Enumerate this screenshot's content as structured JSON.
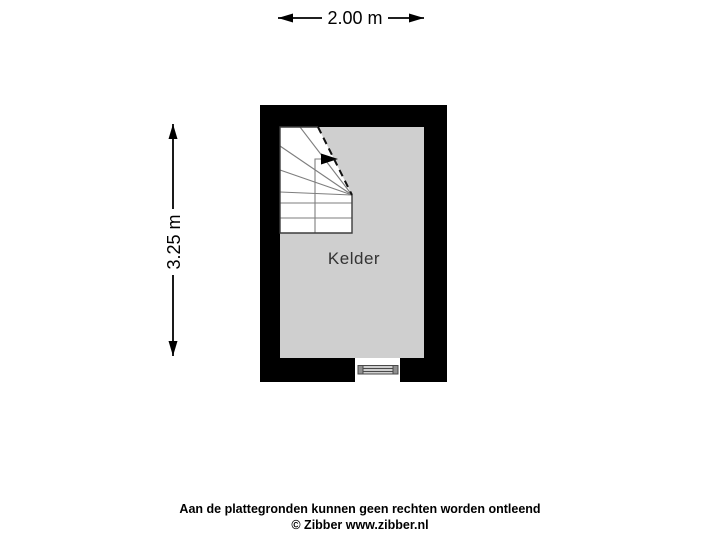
{
  "dimensions": {
    "width_label": "2.00 m",
    "height_label": "3.25 m"
  },
  "room": {
    "label": "Kelder"
  },
  "footer": {
    "disclaimer": "Aan de plattegronden kunnen geen rechten worden ontleend",
    "copyright": "© Zibber www.zibber.nl"
  },
  "colors": {
    "background": "#ffffff",
    "wall": "#000000",
    "floor": "#cfcfcf",
    "stair_fill": "#ffffff",
    "stair_line": "#7e7e7e",
    "stair_outline": "#3d3d3d",
    "dimension_line": "#000000",
    "room_label_text": "#333333",
    "window_frame": "#4a4a4a",
    "window_cap": "#8f8f8f",
    "window_opening": "#ffffff"
  }
}
